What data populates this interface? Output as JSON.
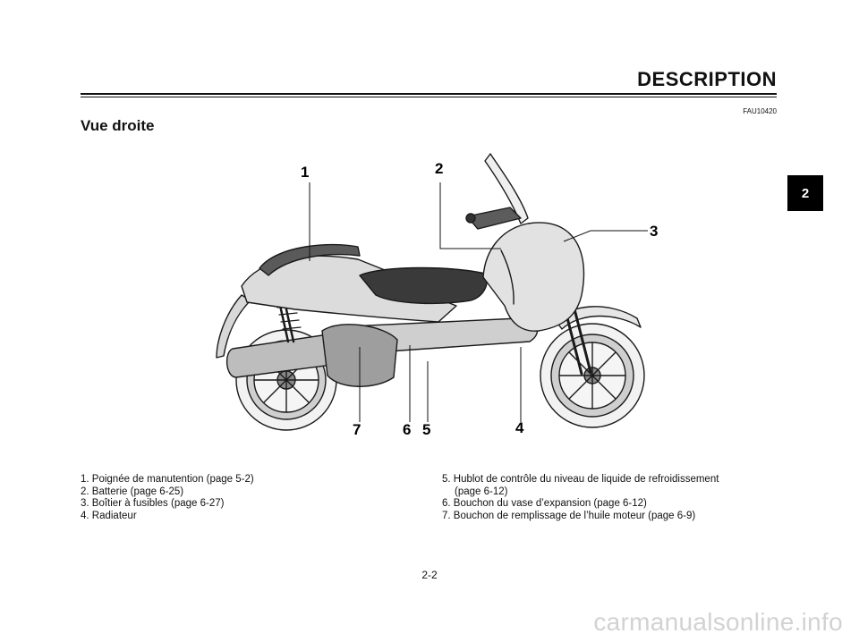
{
  "header": {
    "title": "DESCRIPTION",
    "code": "FAU10420"
  },
  "section": {
    "title": "Vue droite"
  },
  "chapter_tab": "2",
  "figure": {
    "callouts": [
      "1",
      "2",
      "3",
      "4",
      "5",
      "6",
      "7"
    ]
  },
  "legend": {
    "left": [
      "1. Poignée de manutention (page 5-2)",
      "2. Batterie (page 6-25)",
      "3. Boîtier à fusibles (page 6-27)",
      "4. Radiateur"
    ],
    "right": [
      "5. Hublot de contrôle du niveau de liquide de refroidissement",
      "(page 6-12)",
      "6. Bouchon du vase d’expansion (page 6-12)",
      "7. Bouchon de remplissage de l’huile moteur (page 6-9)"
    ]
  },
  "page_number": "2-2",
  "watermark": "carmanualsonline.info"
}
